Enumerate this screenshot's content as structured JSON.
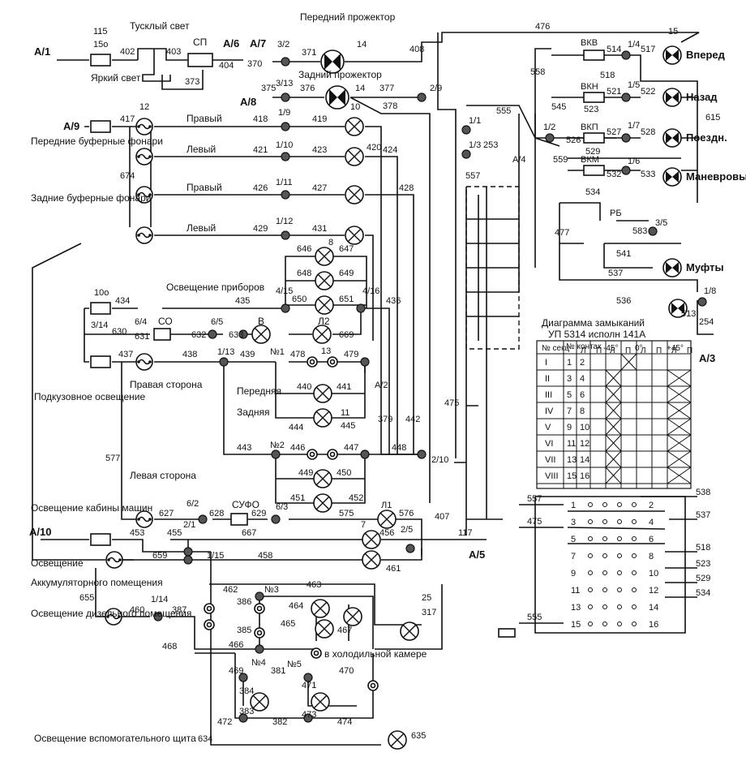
{
  "labels": {
    "a1": "А/1",
    "v115": "115",
    "v150": "15о",
    "bright": "Яркий свет",
    "dim": "Тусклый свет",
    "sp": "СП",
    "a6": "А/6",
    "w402": "402",
    "w403": "403",
    "w404": "404",
    "w373": "373",
    "a7": "А/7",
    "w370": "370",
    "t3_2": "3/2",
    "w371": "371",
    "front_proj": "Передний прожектор",
    "v14a": "14",
    "w408": "408",
    "w476": "476",
    "a8": "А/8",
    "w375": "375",
    "t3_13": "3/13",
    "w376": "376",
    "rear_proj": "Задний прожектор",
    "v14b": "14",
    "w377": "377",
    "w378": "378",
    "t2_9": "2/9",
    "a9": "А/9",
    "w417": "417",
    "front_buf": "Передние буферные фонари",
    "rear_buf": "Задние буферные фонари",
    "w674": "674",
    "right1": "Правый",
    "left1": "Левый",
    "right2": "Правый",
    "left2": "Левый",
    "w418": "418",
    "t1_9": "1/9",
    "w419": "419",
    "w420": "420",
    "w421": "421",
    "t1_10": "1/10",
    "w423": "423",
    "w424": "424",
    "w426": "426",
    "t1_11": "1/11",
    "w427": "427",
    "w428": "428",
    "w429": "429",
    "t1_12": "1/12",
    "w431": "431",
    "v12": "12",
    "v10": "10",
    "v8": "8",
    "w646": "646",
    "w647": "647",
    "w648": "648",
    "w649": "649",
    "w650": "650",
    "w651": "651",
    "w435": "435",
    "w436": "436",
    "w434": "434",
    "v100": "10о",
    "instr_light": "Освещение приборов",
    "t4_15": "4/15",
    "t4_16": "4/16",
    "t3_14": "3/14",
    "w630": "630",
    "t6_4": "6/4",
    "w631": "631",
    "co": "СО",
    "w632": "632",
    "t6_5": "6/5",
    "w633": "633",
    "vB": "В",
    "l2": "Л2",
    "w669": "669",
    "w437": "437",
    "w438": "438",
    "t1_13": "1/13",
    "w439": "439",
    "n1": "№1",
    "w478": "478",
    "v13": "13",
    "w479": "479",
    "right_side": "Правая сторона",
    "front": "Передняя",
    "rear": "Задняя",
    "w440": "440",
    "w441": "441",
    "w444": "444",
    "w445": "445",
    "v11": "11",
    "a2": "А/2",
    "w379": "379",
    "w442": "442",
    "w443": "443",
    "n2": "№2",
    "w446": "446",
    "w447": "447",
    "w448": "448",
    "t2_10": "2/10",
    "w449": "449",
    "w450": "450",
    "w451": "451",
    "w452": "452",
    "underbody": "Подкузовное освещение",
    "w577": "577",
    "left_side": "Левая сторона",
    "w627": "627",
    "t6_2": "6/2",
    "w628": "628",
    "sufo": "СУФО",
    "w629": "629",
    "t6_3": "6/3",
    "w575": "575",
    "l1": "Л1",
    "w576": "576",
    "w407": "407",
    "w475": "475",
    "cab_light": "Освещение кабины машин",
    "a10": "А/10",
    "w453": "453",
    "w455": "455",
    "t2_1": "2/1",
    "w667": "667",
    "v7": "7",
    "w456": "456",
    "t2_5": "2/5",
    "w117": "117",
    "a5": "А/5",
    "light": "Освещение",
    "w659": "659",
    "t1_15": "1/15",
    "w458": "458",
    "w461": "461",
    "acc_room": "Аккумуляторного помещения",
    "w655": "655",
    "w460": "460",
    "t1_14": "1/14",
    "w387": "387",
    "diesel_room": "Освещение дизельного помещения",
    "w462": "462",
    "n3": "№3",
    "w463": "463",
    "w386": "386",
    "w385": "385",
    "w464": "464",
    "w465": "465",
    "w467": "467",
    "w466": "466",
    "v25": "25",
    "w317": "317",
    "w468": "468",
    "fridge": "в холодильной камере",
    "w469": "469",
    "n4": "№4",
    "w381": "381",
    "n5": "№5",
    "w470": "470",
    "w471": "471",
    "w384": "384",
    "w383": "383",
    "w472": "472",
    "w382": "382",
    "w473": "473",
    "w474": "474",
    "aux_panel": "Освещение вспомогательного щита",
    "w634": "634",
    "w635": "635",
    "t1_1": "1/1",
    "t1_3": "1/3",
    "w253": "253",
    "a4": "А/4",
    "w555": "555",
    "w557": "557",
    "t1_2": "1/2",
    "vkv": "ВКВ",
    "w514": "514",
    "t1_4": "1/4",
    "w517": "517",
    "forward": "Вперед",
    "w558": "558",
    "w518": "518",
    "vkn": "ВКН",
    "w521": "521",
    "t1_5": "1/5",
    "w522": "522",
    "back": "Назад",
    "w545": "545",
    "w523": "523",
    "w615": "615",
    "w526": "526",
    "vkp": "ВКП",
    "w527": "527",
    "t1_7": "1/7",
    "w528": "528",
    "train": "Поездн.",
    "w529": "529",
    "w559": "559",
    "vkm": "ВКМ",
    "w532": "532",
    "t1_6": "1/6",
    "w533": "533",
    "shunt": "Маневровый",
    "w534": "534",
    "v15": "15",
    "w477": "477",
    "rb": "РБ",
    "w583": "583",
    "t3_5": "3/5",
    "w541": "541",
    "clutch": "Муфты",
    "w537": "537",
    "w536": "536",
    "t1_8": "1/8",
    "w513": "513",
    "w254": "254",
    "a3": "А/3"
  },
  "table": {
    "title": "Диаграмма замыканий",
    "subtitle": "УП 5314 исполн 141А",
    "head_sec": "№ секц",
    "head_contact": "№ контак",
    "angles": [
      "-45°",
      "0°",
      "+45°"
    ],
    "lp": [
      "Л",
      "П"
    ],
    "rows": [
      {
        "sec": "I",
        "l": "1",
        "p": "2"
      },
      {
        "sec": "II",
        "l": "3",
        "p": "4"
      },
      {
        "sec": "III",
        "l": "5",
        "p": "6"
      },
      {
        "sec": "IV",
        "l": "7",
        "p": "8"
      },
      {
        "sec": "V",
        "l": "9",
        "p": "10"
      },
      {
        "sec": "VI",
        "l": "11",
        "p": "12"
      },
      {
        "sec": "VII",
        "l": "13",
        "p": "14"
      },
      {
        "sec": "VIII",
        "l": "15",
        "p": "16"
      }
    ]
  },
  "switch_diagram": {
    "left_wires": [
      "557",
      "475",
      "555"
    ],
    "right_wires": [
      "538",
      "537",
      "518",
      "523",
      "529",
      "534"
    ],
    "contacts_left": [
      "1",
      "3",
      "5",
      "7",
      "9",
      "11",
      "13",
      "15"
    ],
    "contacts_right": [
      "2",
      "4",
      "6",
      "8",
      "10",
      "12",
      "14",
      "16"
    ]
  }
}
